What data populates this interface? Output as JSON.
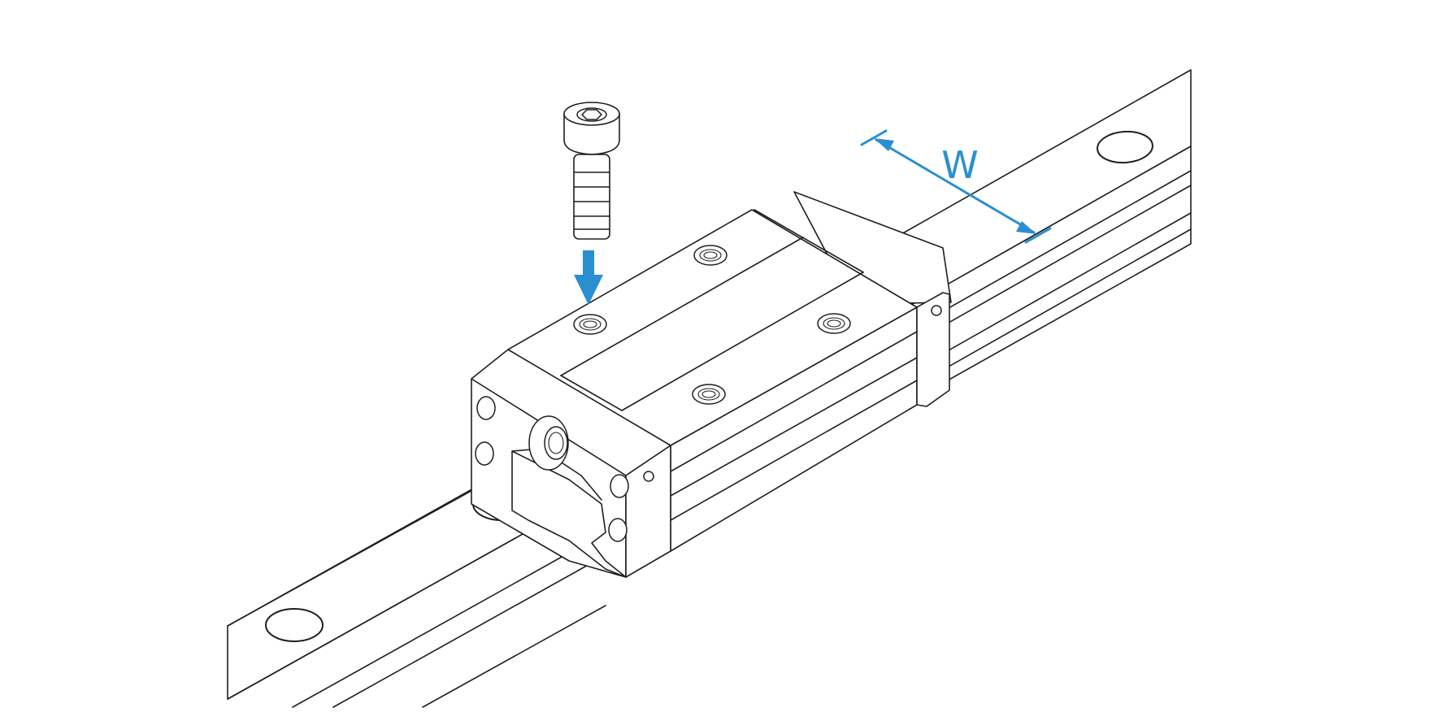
{
  "diagram": {
    "width_dimension_label": "W"
  },
  "colors": {
    "accent": "#2a8fd1",
    "line": "#1f1f1f",
    "background": "#ffffff"
  },
  "icons": [
    "cap-screw",
    "mounting-direction-arrow",
    "width-dimension-arrow"
  ]
}
